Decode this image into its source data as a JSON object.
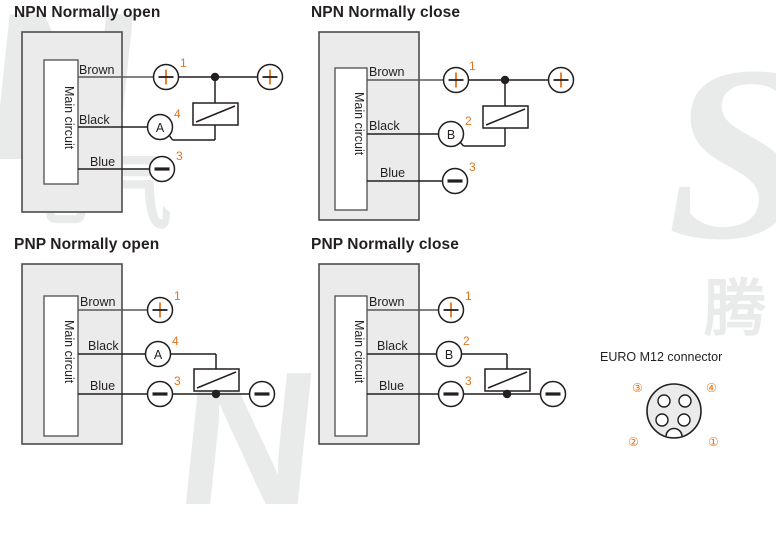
{
  "page": {
    "background": "#ffffff",
    "accent_orange": "#e2751b",
    "ink": "#231f20",
    "box_fill": "#ebebeb",
    "watermark_color": "#e9eaea"
  },
  "watermarks": [
    {
      "name": "watermark-letter-n-top",
      "text": "N"
    },
    {
      "name": "watermark-cn-1",
      "text": "电"
    },
    {
      "name": "watermark-cn-2",
      "text": "气"
    },
    {
      "name": "watermark-letter-s",
      "text": "S"
    },
    {
      "name": "watermark-letter-n-bottom",
      "text": "N"
    },
    {
      "name": "watermark-cn-3",
      "text": "腾"
    }
  ],
  "diagrams": [
    {
      "id": "npn-normally-open",
      "title": "NPN Normally open",
      "main_circuit_label": "Main circuit",
      "wires": [
        {
          "color_label": "Brown",
          "terminal": "+",
          "pin": "1"
        },
        {
          "color_label": "Black",
          "terminal": "A",
          "pin": "4"
        },
        {
          "color_label": "Blue",
          "terminal": "−",
          "pin": "3"
        }
      ],
      "supply_terminal": "+",
      "has_relay": true,
      "junction_on": "top"
    },
    {
      "id": "npn-normally-close",
      "title": "NPN Normally close",
      "main_circuit_label": "Main circuit",
      "wires": [
        {
          "color_label": "Brown",
          "terminal": "+",
          "pin": "1"
        },
        {
          "color_label": "Black",
          "terminal": "B",
          "pin": "2"
        },
        {
          "color_label": "Blue",
          "terminal": "−",
          "pin": "3"
        }
      ],
      "supply_terminal": "+",
      "has_relay": true,
      "junction_on": "top"
    },
    {
      "id": "pnp-normally-open",
      "title": "PNP Normally open",
      "main_circuit_label": "Main circuit",
      "wires": [
        {
          "color_label": "Brown",
          "terminal": "+",
          "pin": "1"
        },
        {
          "color_label": "Black",
          "terminal": "A",
          "pin": "4"
        },
        {
          "color_label": "Blue",
          "terminal": "−",
          "pin": "3"
        }
      ],
      "supply_terminal": "−",
      "has_relay": true,
      "junction_on": "bottom"
    },
    {
      "id": "pnp-normally-close",
      "title": "PNP Normally close",
      "main_circuit_label": "Main circuit",
      "wires": [
        {
          "color_label": "Brown",
          "terminal": "+",
          "pin": "1"
        },
        {
          "color_label": "Black",
          "terminal": "B",
          "pin": "2"
        },
        {
          "color_label": "Blue",
          "terminal": "−",
          "pin": "3"
        }
      ],
      "supply_terminal": "−",
      "has_relay": true,
      "junction_on": "bottom"
    }
  ],
  "connector": {
    "label": "EURO M12 connector",
    "pin_top_left": "③",
    "pin_top_right": "④",
    "pin_bottom_left": "②",
    "pin_bottom_right": "①",
    "pin_count": 4
  }
}
